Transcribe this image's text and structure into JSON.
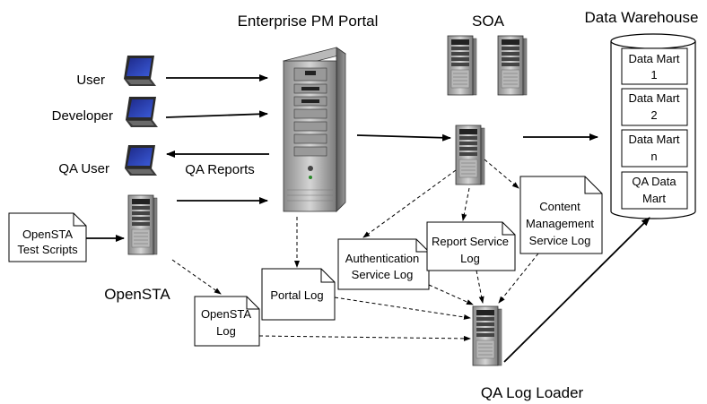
{
  "headings": {
    "portal": "Enterprise PM Portal",
    "soa": "SOA",
    "warehouse": "Data Warehouse",
    "opensta": "OpenSTA",
    "log_loader": "QA Log Loader"
  },
  "actors": {
    "user": "User",
    "developer": "Developer",
    "qa_user": "QA User"
  },
  "flow_labels": {
    "qa_reports": "QA Reports"
  },
  "documents": {
    "test_scripts": [
      "OpenSTA",
      "Test Scripts"
    ],
    "portal_log": [
      "Portal Log"
    ],
    "opensta_log": [
      "OpenSTA",
      "Log"
    ],
    "auth_log": [
      "Authentication",
      "Service Log"
    ],
    "report_log": [
      "Report Service",
      "Log"
    ],
    "content_log": [
      "Content",
      "Management",
      "Service Log"
    ]
  },
  "data_marts": [
    [
      "Data Mart",
      "1"
    ],
    [
      "Data Mart",
      "2"
    ],
    [
      "Data Mart",
      "n"
    ],
    [
      "QA Data",
      "Mart"
    ]
  ]
}
